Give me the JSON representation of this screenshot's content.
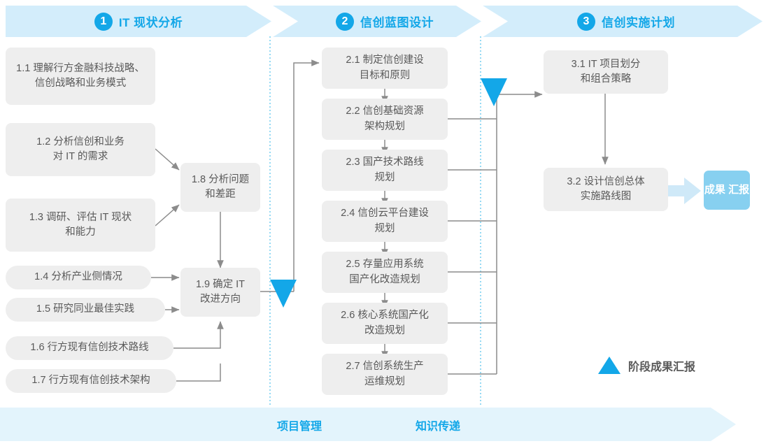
{
  "phases": [
    {
      "num": "1",
      "title": "IT 现状分析"
    },
    {
      "num": "2",
      "title": "信创蓝图设计"
    },
    {
      "num": "3",
      "title": "信创实施计划"
    }
  ],
  "phase1_boxes": [
    {
      "id": "1.1",
      "line1": "1.1 理解行方金融科技战略、",
      "line2": "信创战略和业务模式"
    },
    {
      "id": "1.2",
      "line1": "1.2 分析信创和业务",
      "line2": "对 IT 的需求"
    },
    {
      "id": "1.3",
      "line1": "1.3 调研、评估 IT 现状",
      "line2": "和能力"
    },
    {
      "id": "1.4",
      "line1": "1.4 分析产业侧情况",
      "line2": ""
    },
    {
      "id": "1.5",
      "line1": "1.5 研究同业最佳实践",
      "line2": ""
    },
    {
      "id": "1.6",
      "line1": "1.6 行方现有信创技术路线",
      "line2": ""
    },
    {
      "id": "1.7",
      "line1": "1.7 行方现有信创技术架构",
      "line2": ""
    },
    {
      "id": "1.8",
      "line1": "1.8 分析问题",
      "line2": "和差距"
    },
    {
      "id": "1.9",
      "line1": "1.9 确定 IT",
      "line2": "改进方向"
    }
  ],
  "phase2_boxes": [
    {
      "id": "2.1",
      "line1": "2.1 制定信创建设",
      "line2": "目标和原则"
    },
    {
      "id": "2.2",
      "line1": "2.2 信创基础资源",
      "line2": "架构规划"
    },
    {
      "id": "2.3",
      "line1": "2.3 国产技术路线",
      "line2": "规划"
    },
    {
      "id": "2.4",
      "line1": "2.4 信创云平台建设",
      "line2": "规划"
    },
    {
      "id": "2.5",
      "line1": "2.5 存量应用系统",
      "line2": "国产化改造规划"
    },
    {
      "id": "2.6",
      "line1": "2.6 核心系统国产化",
      "line2": "改造规划"
    },
    {
      "id": "2.7",
      "line1": "2.7 信创系统生产",
      "line2": "运维规划"
    }
  ],
  "phase3_boxes": [
    {
      "id": "3.1",
      "line1": "3.1 IT 项目划分",
      "line2": "和组合策略"
    },
    {
      "id": "3.2",
      "line1": "3.2 设计信创总体",
      "line2": "实施路线图"
    }
  ],
  "result_badge": {
    "line1": "成果",
    "line2": "汇报"
  },
  "legend": {
    "label": "阶段成果汇报",
    "icon": "triangle-milestone-icon"
  },
  "bottom_bar": {
    "left_label": "项目管理",
    "right_label": "知识传递"
  },
  "colors": {
    "accent": "#13a7e8",
    "band": "#d3edfb",
    "bottom_band": "#e3f4fc",
    "box": "#eeeeee",
    "badge": "#87d0f0",
    "connector": "#8c8c8c",
    "text": "#595959"
  }
}
